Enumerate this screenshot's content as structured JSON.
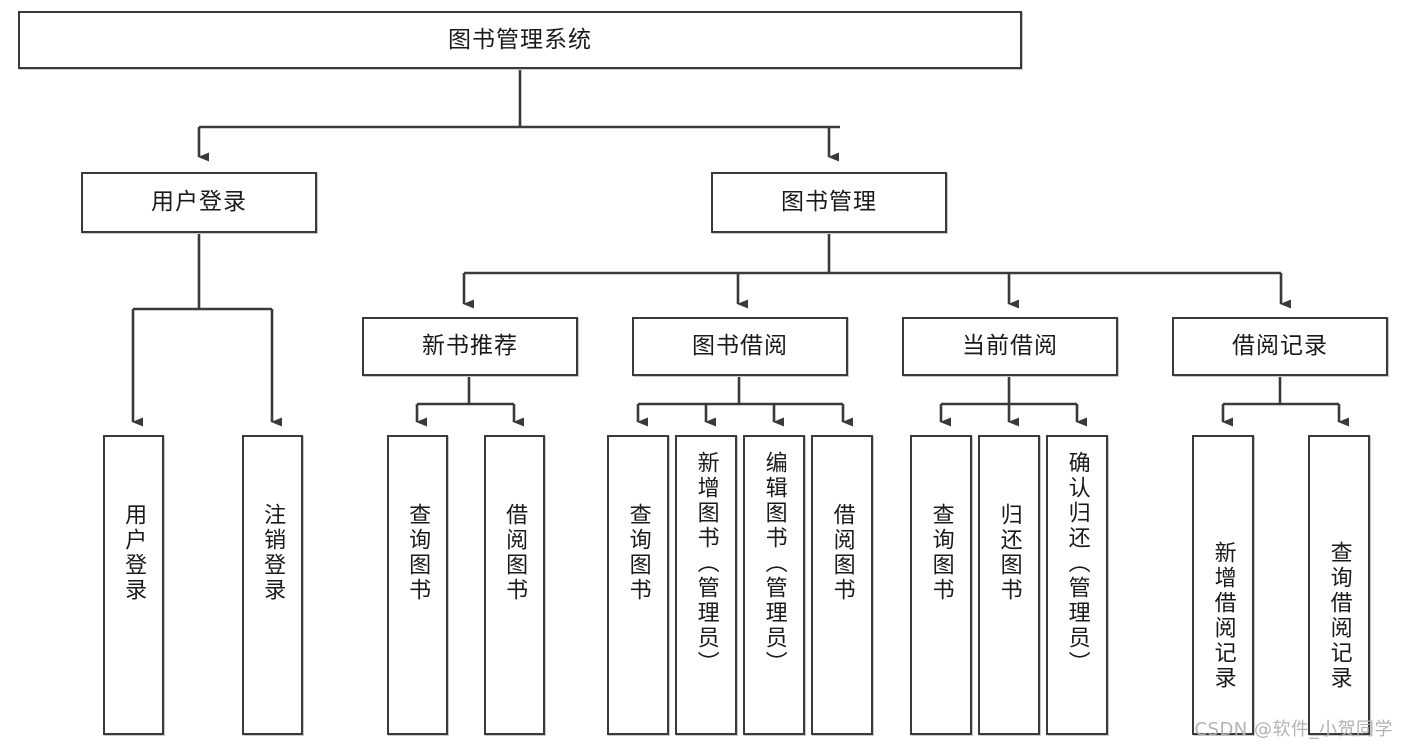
{
  "diagram": {
    "title": "图书管理系统",
    "type": "tree-hierarchy-chart",
    "root": {
      "label": "图书管理系统"
    },
    "level2": [
      {
        "label": "用户登录"
      },
      {
        "label": "图书管理"
      }
    ],
    "level3": [
      {
        "label": "新书推荐"
      },
      {
        "label": "图书借阅"
      },
      {
        "label": "当前借阅"
      },
      {
        "label": "借阅记录"
      }
    ],
    "leaves": {
      "user_login": [
        {
          "label": "用户登录"
        },
        {
          "label": "注销登录"
        }
      ],
      "new_book_recommend": [
        {
          "label": "查询图书"
        },
        {
          "label": "借阅图书"
        }
      ],
      "book_borrow": [
        {
          "label": "查询图书"
        },
        {
          "label": "新增图书（管理员）"
        },
        {
          "label": "编辑图书（管理员）"
        },
        {
          "label": "借阅图书"
        }
      ],
      "current_borrow": [
        {
          "label": "查询图书"
        },
        {
          "label": "归还图书"
        },
        {
          "label": "确认归还（管理员）"
        }
      ],
      "borrow_record": [
        {
          "label": "新增借阅记录"
        },
        {
          "label": "查询借阅记录"
        }
      ]
    }
  },
  "watermark": {
    "text": "CSDN @软件_小贺同学"
  },
  "colors": {
    "border": "#3a3a3a",
    "background": "#ffffff",
    "text": "#1a1a1a",
    "watermark": "#b3b3b3"
  }
}
